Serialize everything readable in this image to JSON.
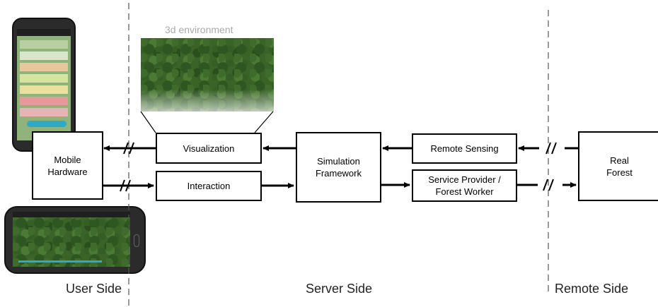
{
  "regions": {
    "user": "User Side",
    "server": "Server Side",
    "remote": "Remote Side"
  },
  "env_caption": "3d environment",
  "nodes": {
    "mobile": "Mobile\nHardware",
    "visualization": "Visualization",
    "interaction": "Interaction",
    "simulation": "Simulation\nFramework",
    "remote_sensing": "Remote Sensing",
    "service_provider": "Service Provider /\nForest Worker",
    "real_forest": "Real\nForest"
  },
  "colors": {
    "line": "#000000",
    "divider": "#555555",
    "accent": "#2fa9c8",
    "forest": "#3a6328"
  }
}
